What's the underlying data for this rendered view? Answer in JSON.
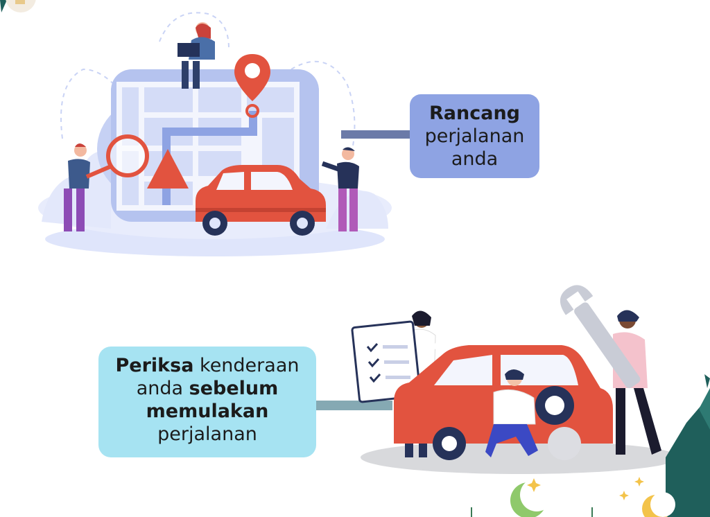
{
  "plan": {
    "bold": "Rancang",
    "line2": "perjalanan",
    "line3": "anda"
  },
  "check": {
    "line1_bold": "Periksa",
    "line1_rest": " kenderaan",
    "line2_pre": "anda ",
    "line2_bold": "sebelum",
    "line3_bold": "memulakan",
    "line4": "perjalanan"
  },
  "colors": {
    "plan_box": "#8ea3e3",
    "check_box": "#a6e3f2",
    "car_red": "#e2533f",
    "connector_plan": "#6b7aa8",
    "connector_check": "#85a9b3"
  }
}
